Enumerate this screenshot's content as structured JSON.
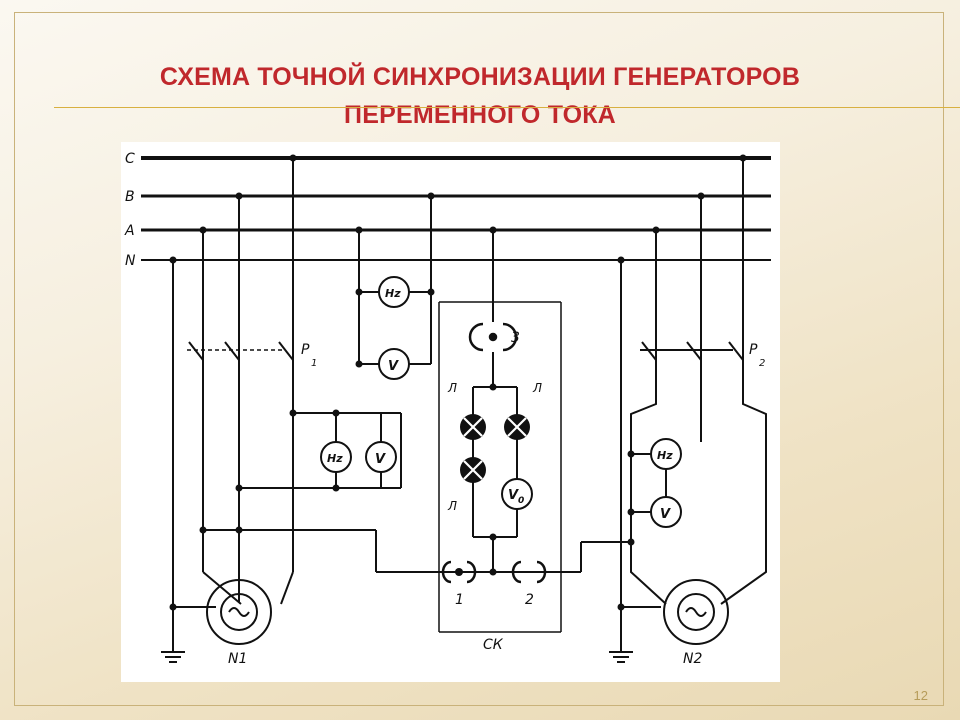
{
  "slide": {
    "title_line1": "СХЕМА ТОЧНОЙ СИНХРОНИЗАЦИИ ГЕНЕРАТОРОВ",
    "title_line2": "ПЕРЕМЕННОГО ТОКА",
    "page_number": "12"
  },
  "diagram": {
    "buses": [
      "C",
      "B",
      "A",
      "N"
    ],
    "switch_1": "Р",
    "switch_1_sub": "1",
    "switch_2": "Р",
    "switch_2_sub": "2",
    "meter_hz": "Hz",
    "meter_v": "V",
    "meter_v0": "V",
    "meter_v0_sub": "0",
    "synchroscope_3": "3",
    "lamp_label": "Л",
    "contact_1": "1",
    "contact_2": "2",
    "synchro_block": "СК",
    "generator_1": "N1",
    "generator_2": "N2"
  }
}
